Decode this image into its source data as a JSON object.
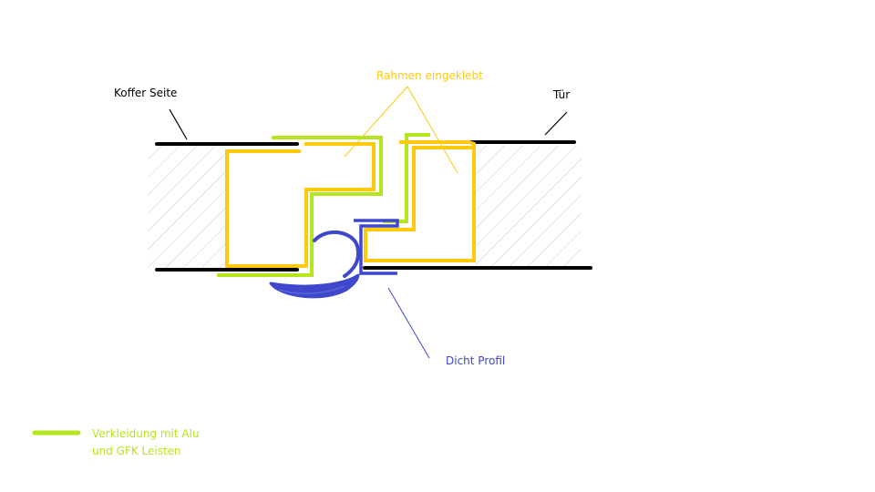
{
  "labels": {
    "koffer_seite": "Koffer Seite",
    "tuer": "Tür",
    "rahmen": "Rahmen eingeklebt",
    "dicht_profil": "Dicht Profil",
    "legend_line1": "Verkleidung mit Alu",
    "legend_line2": "und GFK Leisten"
  },
  "colors": {
    "black": "#000000",
    "green": "#b5e61d",
    "yellow": "#ffc90e",
    "blue": "#3f48cc",
    "hatch": "#c8c8c8",
    "rahmen_text": "#ffc90e",
    "dicht_text": "#3f48cc",
    "legend_text": "#b5e61d"
  }
}
